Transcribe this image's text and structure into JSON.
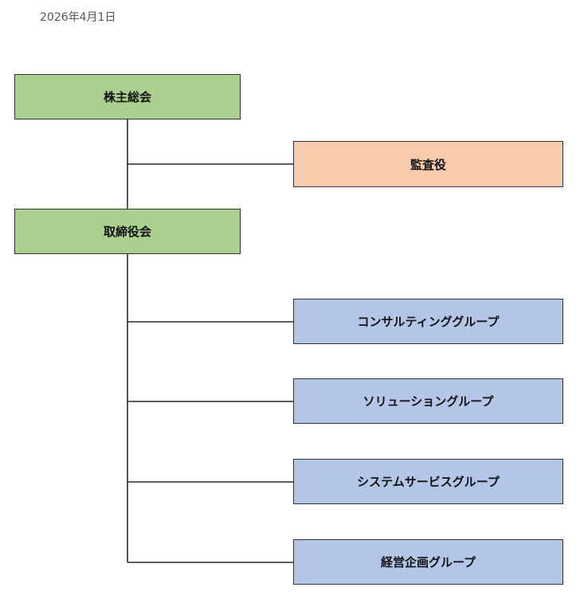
{
  "date": "2026年4月1日",
  "colors": {
    "governance": "#a9d08e",
    "audit": "#f8cbad",
    "group": "#b4c6e7"
  },
  "nodes": {
    "shareholders": "株主総会",
    "auditor": "監査役",
    "board": "取締役会",
    "groups": [
      "コンサルティンググループ",
      "ソリューショングループ",
      "システムサービスグループ",
      "経営企画グループ"
    ]
  }
}
